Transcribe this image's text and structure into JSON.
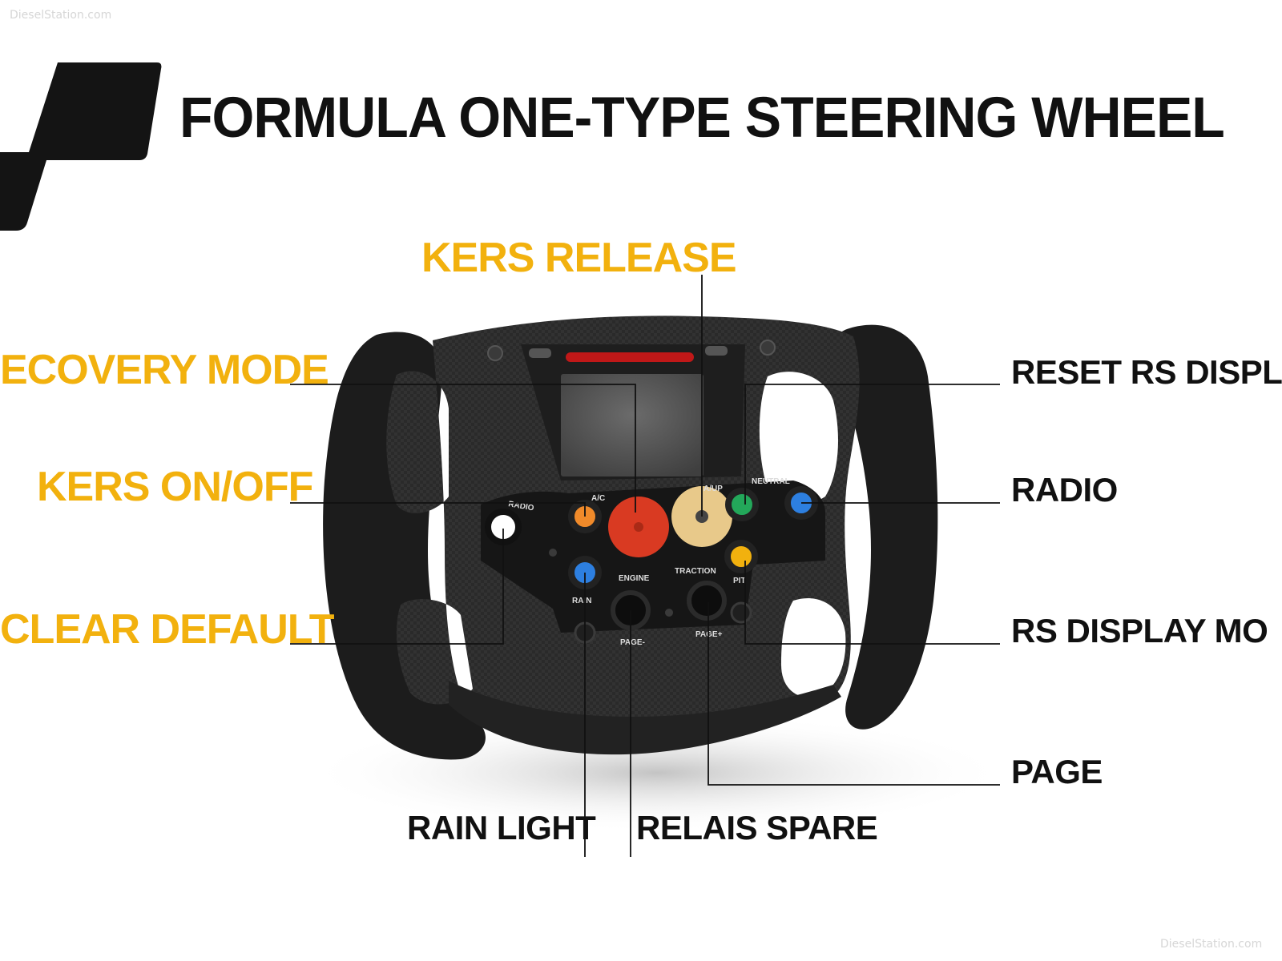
{
  "watermark": "DieselStation.com",
  "title": "FORMULA ONE-TYPE STEERING WHEEL",
  "labels": {
    "kers_release": "KERS RELEASE",
    "recovery_mode": "ECOVERY MODE",
    "kers_onoff": "KERS ON/OFF",
    "clear_default": "CLEAR DEFAULT",
    "reset_rs_display": "RESET RS DISPL",
    "radio": "RADIO",
    "rs_display_mode": "RS DISPLAY MO",
    "page": "PAGE",
    "rain_light": "RAIN LIGHT",
    "relais_spare": "RELAIS SPARE"
  },
  "wheel_text": {
    "radio": "RADIO",
    "ac": "A/C",
    "aup": "A/UP",
    "neutral": "NEUTRAL",
    "engine": "ENGINE",
    "traction": "TRACTION",
    "rain": "RAIN",
    "pit": "PIT",
    "page_minus": "PAGE-",
    "page_plus": "PAGE+"
  },
  "colors": {
    "label_yellow": "#f2b10e",
    "knob_red": "#d93a22",
    "knob_cream": "#e8c98a",
    "btn_orange": "#f08a2a",
    "btn_blue": "#2d7fe0",
    "btn_green": "#23a85a",
    "btn_yellow": "#f2b10e",
    "btn_white": "#ffffff",
    "led_red": "#c01818"
  }
}
